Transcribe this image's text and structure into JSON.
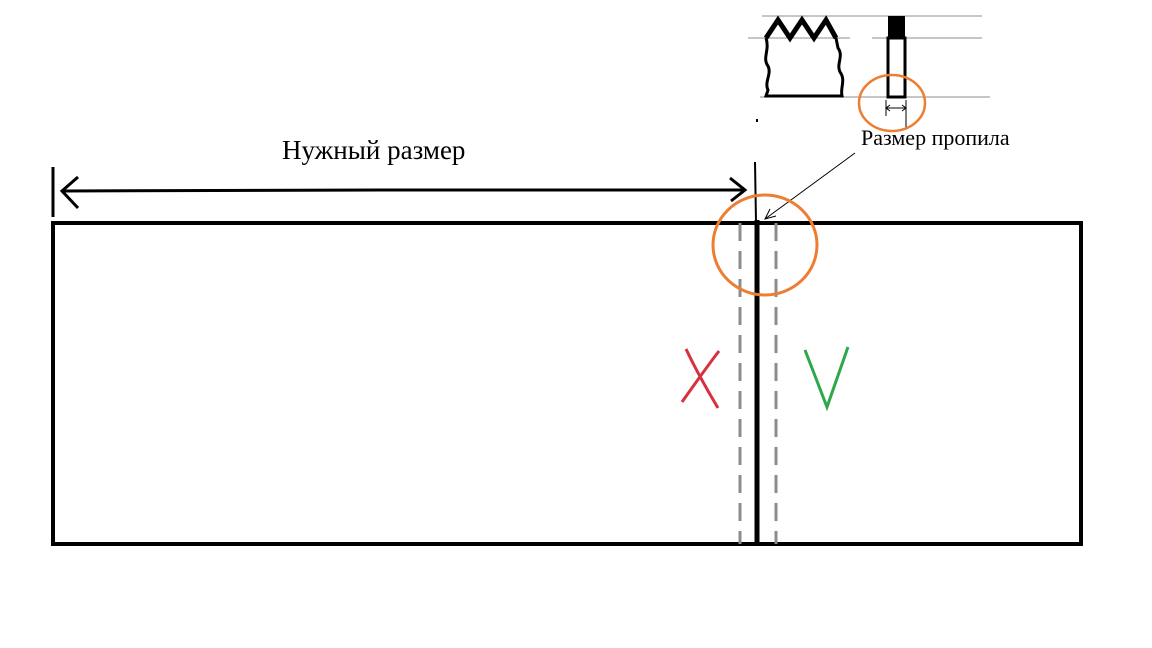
{
  "labels": {
    "required_size": "Нужный размер",
    "kerf_size": "Размер пропила"
  },
  "marks": {
    "wrong": "X",
    "right": "V"
  },
  "colors": {
    "wrong": "#d9303f",
    "right": "#2ea84a",
    "highlight": "#ed7d31",
    "guide": "#8c8c8c",
    "ink": "#000000"
  }
}
